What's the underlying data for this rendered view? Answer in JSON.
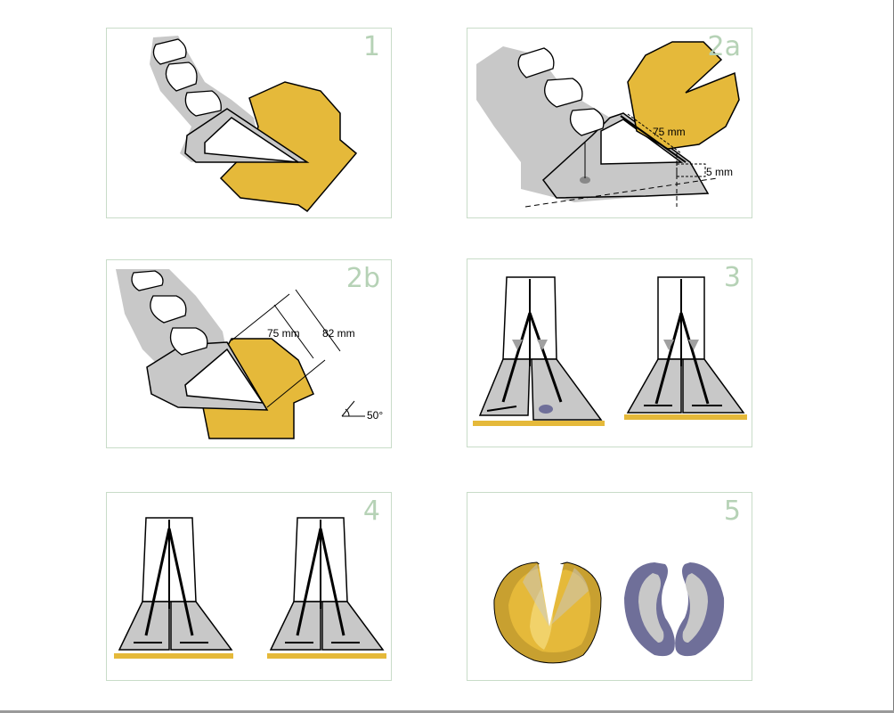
{
  "panels": [
    {
      "id": "1",
      "label": "1"
    },
    {
      "id": "2a",
      "label": "2a",
      "dim_main": "75 mm",
      "dim_offset": "5 mm"
    },
    {
      "id": "2b",
      "label": "2b",
      "dim_a": "75 mm",
      "dim_b": "82 mm",
      "angle": "50°"
    },
    {
      "id": "3",
      "label": "3"
    },
    {
      "id": "4",
      "label": "4"
    },
    {
      "id": "5",
      "label": "5"
    }
  ],
  "colors": {
    "gold": "#e5b93a",
    "gray": "#c8c8c8",
    "slate": "#6f6f99",
    "border": "#c8dcc8",
    "number": "#b6d2b6",
    "ground": "#e5b93a"
  }
}
